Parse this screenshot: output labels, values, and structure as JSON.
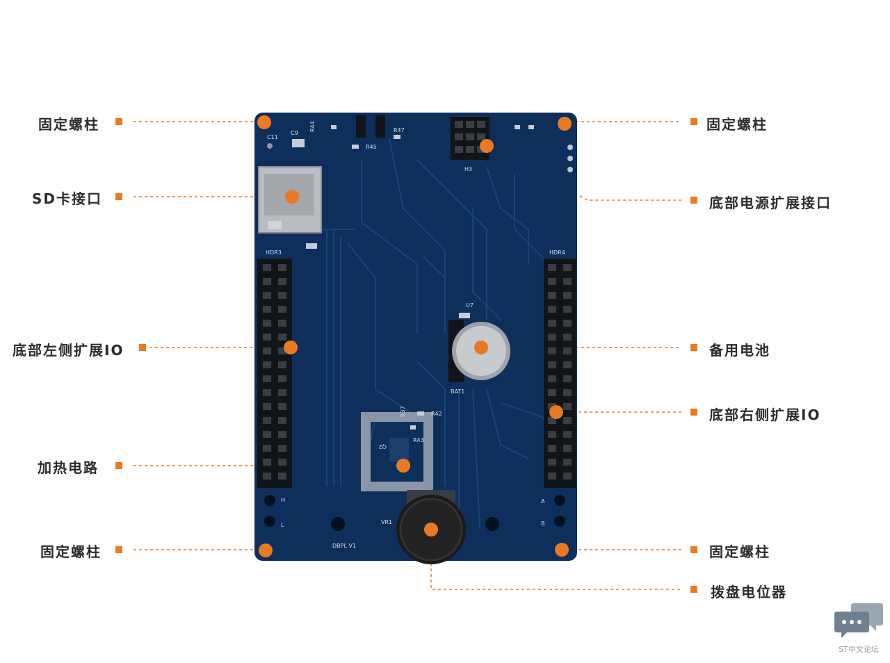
{
  "annotations": {
    "left": [
      {
        "id": "standoff-top-left",
        "text": "固定螺柱"
      },
      {
        "id": "sd-card-slot",
        "text": "SD卡接口"
      },
      {
        "id": "left-expansion-io",
        "text": "底部左侧扩展IO"
      },
      {
        "id": "heating-circuit",
        "text": "加热电路"
      },
      {
        "id": "standoff-bottom-left",
        "text": "固定螺柱"
      }
    ],
    "right": [
      {
        "id": "standoff-top-right",
        "text": "固定螺柱"
      },
      {
        "id": "power-expansion",
        "text": "底部电源扩展接口"
      },
      {
        "id": "backup-battery",
        "text": "备用电池"
      },
      {
        "id": "right-expansion-io",
        "text": "底部右侧扩展IO"
      },
      {
        "id": "standoff-bottom-right",
        "text": "固定螺柱"
      },
      {
        "id": "dial-potentiometer",
        "text": "拨盘电位器"
      }
    ]
  },
  "silkscreen": {
    "hdr3": "HDR3",
    "hdr4": "HDR4",
    "h3": "H3",
    "bat": "BAT1",
    "vr": "VR1",
    "board_name": "DBPL V1",
    "r47": "R47",
    "r45": "R45",
    "r44": "R44",
    "r42": "R42",
    "r43": "R43",
    "r37": "R37",
    "u7": "U7",
    "c9": "C9",
    "c11": "C11",
    "q2": "Q2",
    "h": "H",
    "l": "L",
    "a": "A",
    "b": "B"
  },
  "watermark": {
    "text": "ST中文论坛"
  },
  "colors": {
    "accent": "#ea7a22",
    "board": "#0e2f5c",
    "text": "#2b2b2b"
  }
}
